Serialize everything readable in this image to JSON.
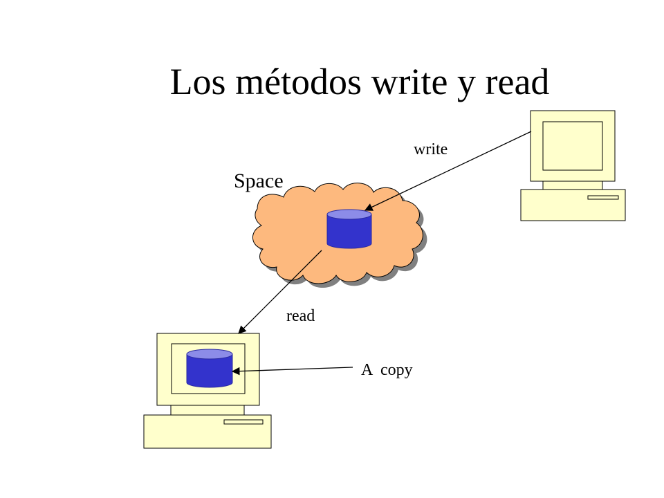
{
  "title": "Los métodos write y read",
  "labels": {
    "space": "Space",
    "write": "write",
    "read": "read",
    "copy": "A  copy"
  },
  "colors": {
    "cloud_fill": "#FDB97E",
    "cloud_shadow": "#808080",
    "computer_fill": "#FFFFCC",
    "cylinder_body": "#3333CC",
    "cylinder_top": "#8C8CE8",
    "line": "#000000"
  },
  "icons": {
    "cloud": "cloud-icon",
    "cylinder": "database-cylinder-icon",
    "computer": "computer-icon"
  }
}
